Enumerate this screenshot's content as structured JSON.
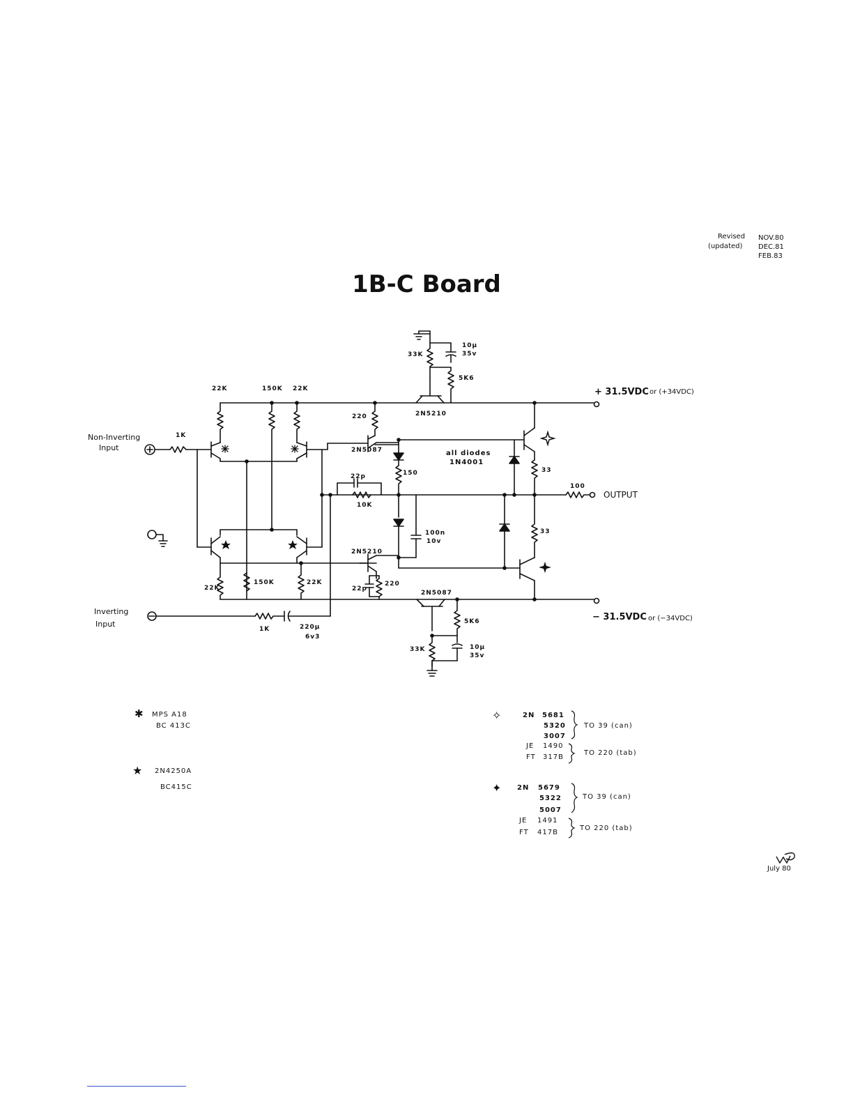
{
  "title": "1B-C Board",
  "revision": {
    "label1": "Revised",
    "label2": "(updated)",
    "dates": [
      "NOV.80",
      "DEC.81",
      "FEB.83"
    ]
  },
  "signature_date": "July 80",
  "labels": {
    "non_inverting_input": [
      "Non-Inverting",
      "Input"
    ],
    "inverting_input": [
      "Inverting",
      "Input"
    ],
    "plus_supply": "+ 31.5VDC",
    "plus_supply_alt": "or (+34VDC)",
    "minus_supply": "− 31.5VDC",
    "minus_supply_alt": "or (−34VDC)",
    "output": "OUTPUT",
    "all_diodes_1": "all diodes",
    "all_diodes_2": "1N4001"
  },
  "components": {
    "r_1k_in": "1K",
    "r_22k_a": "22K",
    "r_150k_top": "150K",
    "r_22k_b": "22K",
    "r_33k_top": "33K",
    "c_10u_top": "10μ",
    "c_10u_top_v": "35v",
    "r_5k6_top": "5K6",
    "q_2n5210_top": "2N5210",
    "r_220_top": "220",
    "q_2n5087_top": "2N5087",
    "c_22p_fb": "22p",
    "r_10k_fb": "10K",
    "r_150": "150",
    "c_100n": "100n",
    "c_100n_v": "10v",
    "q_2n5210_bot": "2N5210",
    "c_22p_bot": "22p",
    "r_220_bot": "220",
    "r_22k_c": "22K",
    "r_150k_bot": "150K",
    "r_22k_d": "22K",
    "r_33_top": "33",
    "r_33_bot": "33",
    "r_100_out": "100",
    "q_2n5087_bot": "2N5087",
    "r_5k6_bot": "5K6",
    "r_33k_bot": "33K",
    "c_10u_bot": "10μ",
    "c_10u_bot_v": "35v",
    "r_1k_inv": "1K",
    "c_220u": "220μ",
    "c_220u_v": "6v3"
  },
  "legend": {
    "asterisk": {
      "symbol": "✱",
      "parts": [
        "MPS A18",
        "BC 413C"
      ]
    },
    "star": {
      "symbol": "★",
      "parts": [
        "2N4250A",
        "BC415C"
      ]
    },
    "npn_output": {
      "symbol": "✧",
      "prefix": "2N",
      "parts": [
        "5681",
        "5320",
        "3007"
      ],
      "pkg_can": "TO 39 (can)",
      "alt_labels": [
        "JE",
        "FT"
      ],
      "alt_parts": [
        "1490",
        "317B"
      ],
      "pkg_tab": "TO 220 (tab)"
    },
    "pnp_output": {
      "symbol": "✦",
      "prefix": "2N",
      "parts": [
        "5679",
        "5322",
        "5007"
      ],
      "pkg_can": "TO 39 (can)",
      "alt_labels": [
        "JE",
        "FT"
      ],
      "alt_parts": [
        "1491",
        "417B"
      ],
      "pkg_tab": "TO 220 (tab)"
    }
  }
}
